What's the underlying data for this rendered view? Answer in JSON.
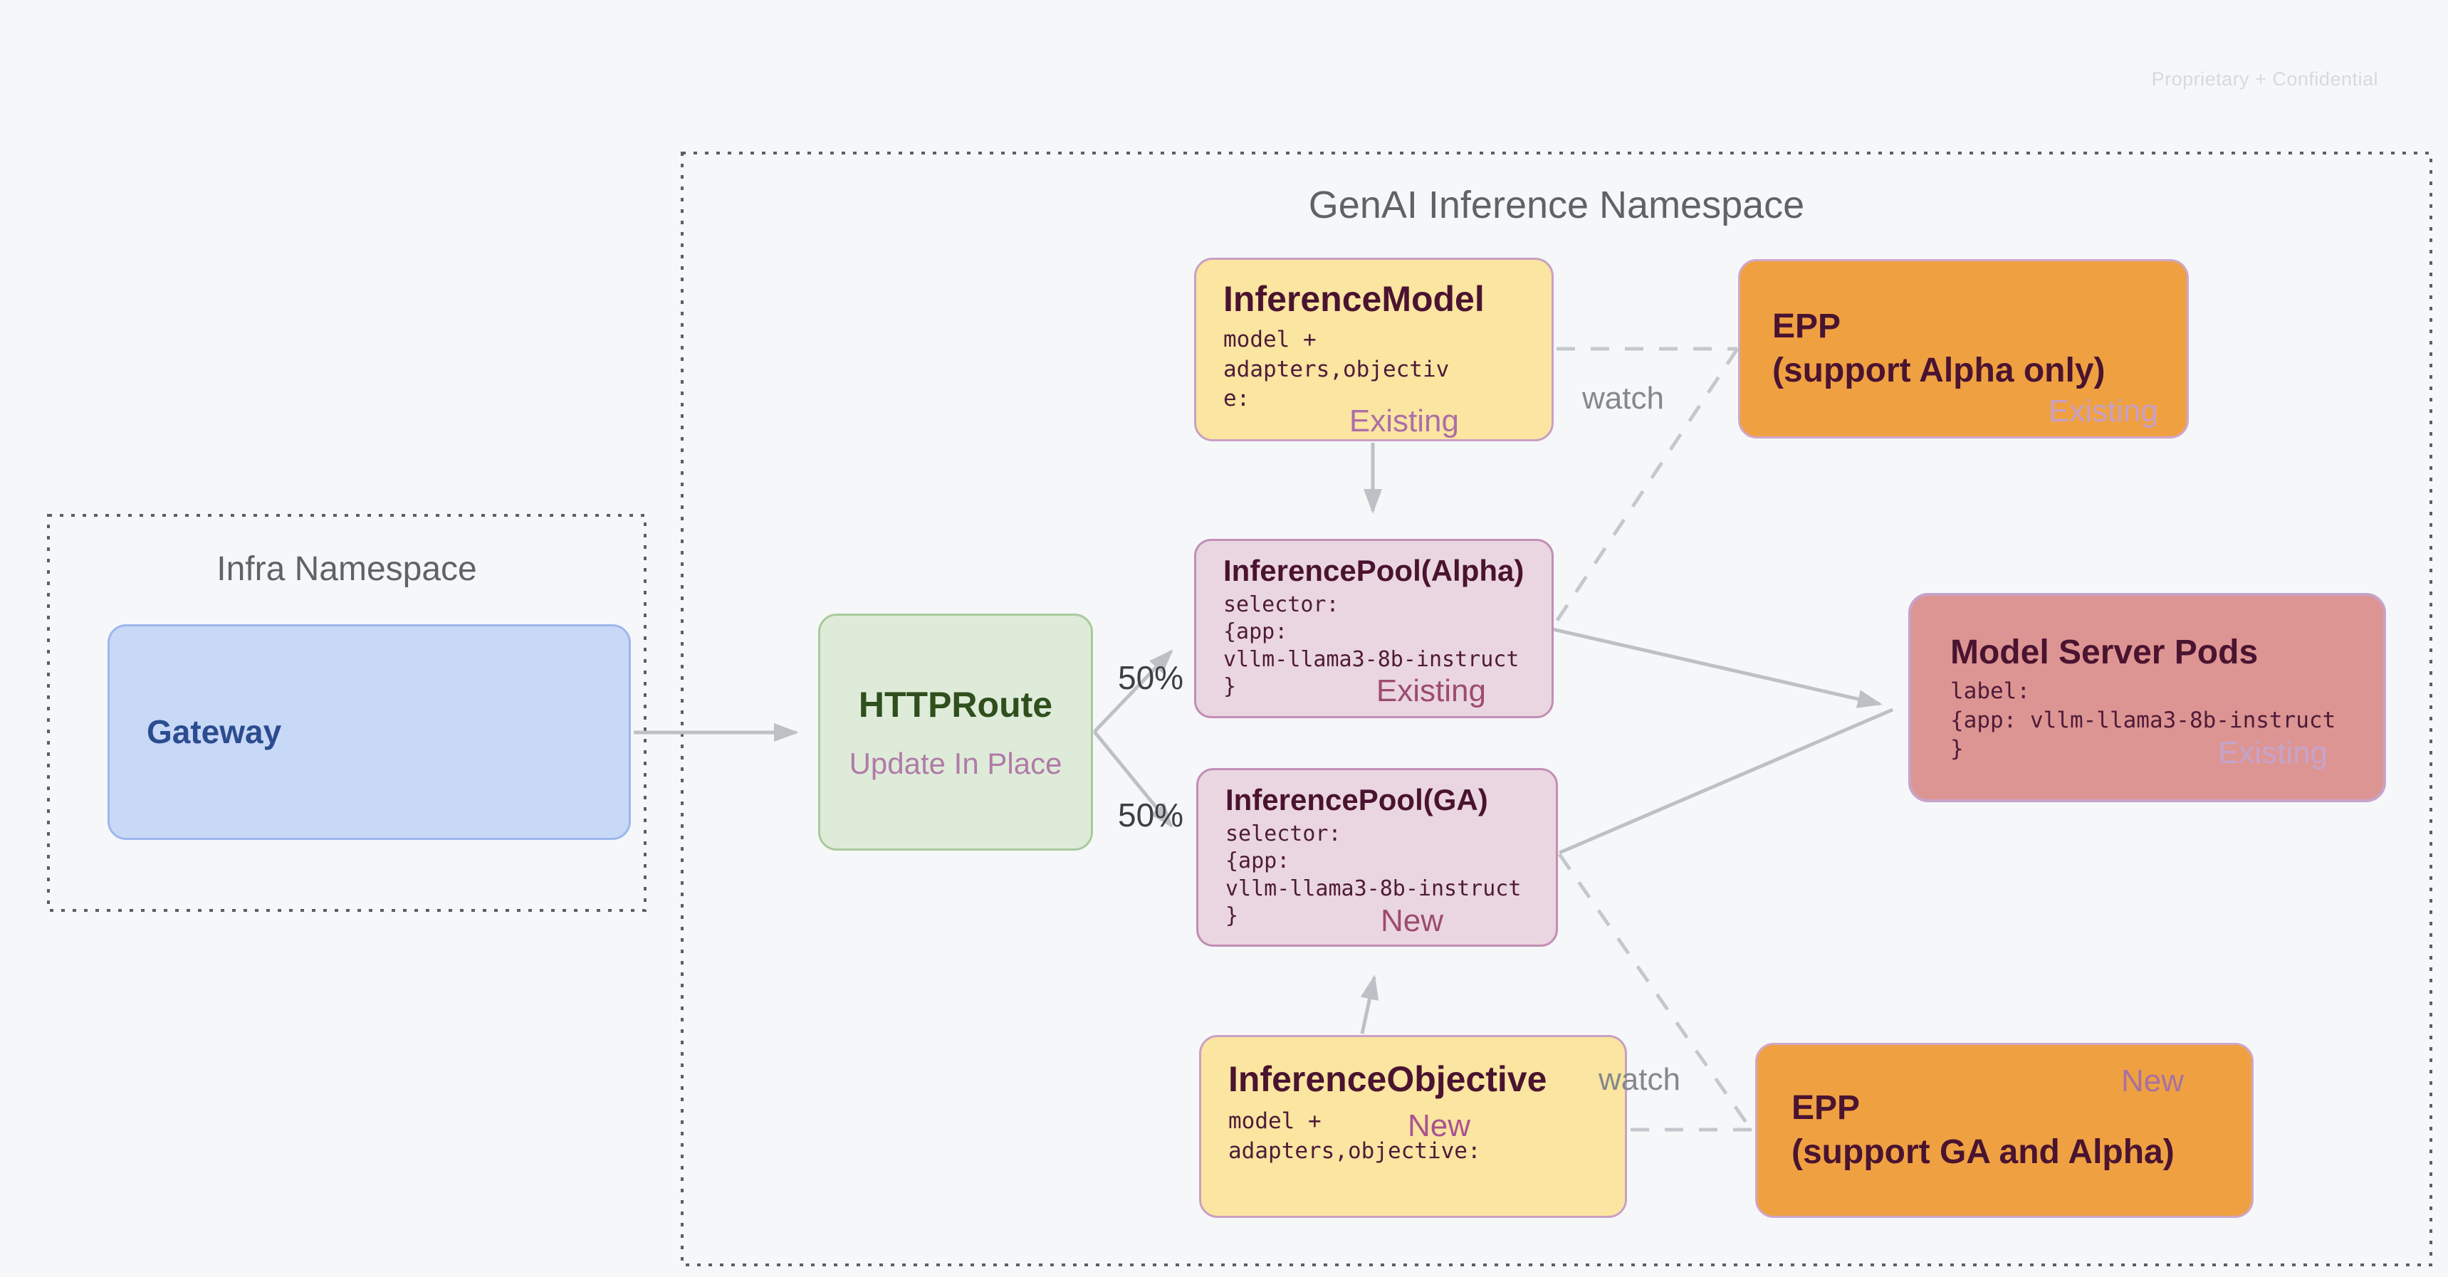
{
  "page": {
    "confidential_label": "Proprietary + Confidential",
    "background_color": "#f6f7f9"
  },
  "colors": {
    "yellow_card": "#fae5a1",
    "yellow_card_border": "#c9a0c4",
    "orange_card": "#efa142",
    "orange_card_border": "#cfa6ca",
    "pool_card": "#ead6e0",
    "pool_card_border": "#c28fb5",
    "pods_card": "#dd9593",
    "pods_card_border": "#c7a3c9",
    "green_card": "#dfebd9",
    "green_card_border": "#a8ca9e",
    "blue_card": "#c8d8f7",
    "blue_card_border": "#9db7ed",
    "arrow_gray": "#bdc1c6",
    "dashed_gray": "#c4c8cc",
    "namespace_border": "#5b5e63",
    "title_gray": "#5f6368",
    "dark_maroon_text": "#4a1330",
    "existing_new_rose": "#9d4b71"
  },
  "infra_namespace": {
    "title": "Infra Namespace",
    "gateway": {
      "label": "Gateway"
    }
  },
  "genai_namespace": {
    "title": "GenAI Inference Namespace",
    "httproute": {
      "label": "HTTPRoute",
      "note": "Update In Place"
    },
    "inference_model": {
      "title": "InferenceModel",
      "code": "model +\nadapters,objectiv\ne:",
      "status": "Existing"
    },
    "inference_objective": {
      "title": "InferenceObjective",
      "code": "model +\nadapters,objective:",
      "status": "New"
    },
    "inference_pool_alpha": {
      "title": "InferencePool(Alpha)",
      "code": "selector:\n{app:\nvllm-llama3-8b-instruct\n}",
      "status": "Existing"
    },
    "inference_pool_ga": {
      "title": "InferencePool(GA)",
      "code": "selector:\n{app:\nvllm-llama3-8b-instruct\n}",
      "status": "New"
    },
    "model_server_pods": {
      "title": "Model Server Pods",
      "code": "label:\n{app: vllm-llama3-8b-instruct\n}",
      "status": "Existing"
    },
    "epp_alpha": {
      "title": "EPP\n(support Alpha only)",
      "status": "Existing"
    },
    "epp_ga": {
      "title": "EPP\n(support GA and Alpha)",
      "status": "New"
    }
  },
  "edges": {
    "route_split_top_label": "50%",
    "route_split_bottom_label": "50%",
    "watch_top_label": "watch",
    "watch_bottom_label": "watch"
  }
}
